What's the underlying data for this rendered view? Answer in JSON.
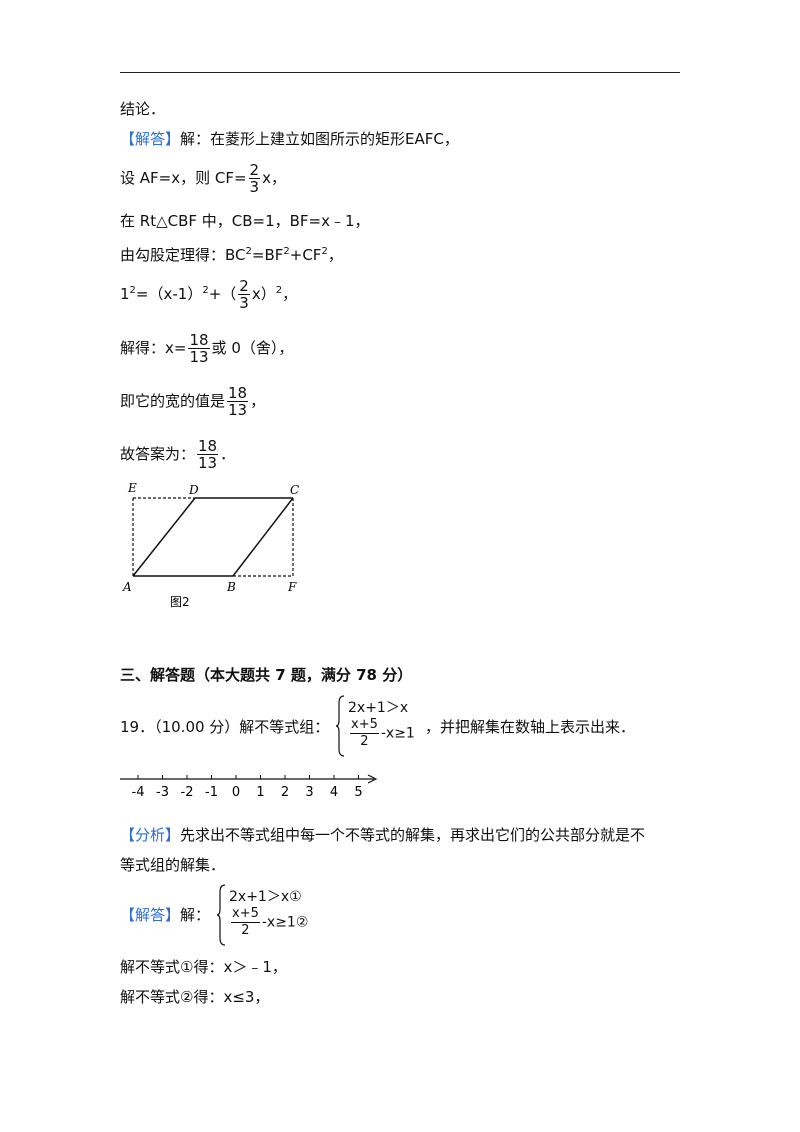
{
  "lines": {
    "l1": "结论．",
    "l2_tag": "【解答】",
    "l2_text": "解：在菱形上建立如图所示的矩形EAFC，",
    "l3_pre": "设 AF=x，则 CF=",
    "l3_num": "2",
    "l3_den": "3",
    "l3_post": "x，",
    "l4": "在 Rt△CBF 中，CB=1，BF=x﹣1，",
    "l5_pre": "由勾股定理得：BC",
    "l5_sup1": "2",
    "l5_mid1": "=BF",
    "l5_sup2": "2",
    "l5_mid2": "+CF",
    "l5_sup3": "2",
    "l5_post": "，",
    "l6_a": "1",
    "l6_sup_a": "2",
    "l6_b": "=（x-1）",
    "l6_sup_b": "2",
    "l6_c": "+（",
    "l6_num": "2",
    "l6_den": "3",
    "l6_d": "x）",
    "l6_sup_d": "2",
    "l6_e": "，",
    "l7_pre": "解得：x=",
    "l7_num": "18",
    "l7_den": "13",
    "l7_post": "或 0（舍），",
    "l8_pre": "即它的宽的值是",
    "l8_num": "18",
    "l8_den": "13",
    "l8_post": "，",
    "l9_pre": "故答案为：",
    "l9_num": "18",
    "l9_den": "13",
    "l9_post": "．"
  },
  "figure": {
    "E": "E",
    "D": "D",
    "C": "C",
    "A": "A",
    "B": "B",
    "F": "F",
    "caption": "图2"
  },
  "section_title": "三、解答题（本大题共 7 题，满分 78 分）",
  "q19": {
    "pre": "19．（10.00 分）解不等式组：",
    "post": "，并把解集在数轴上表示出来．",
    "sys_row1": "2x+1＞x",
    "sys_row2_num": "x+5",
    "sys_row2_den": "2",
    "sys_row2_post": "-x≥1"
  },
  "number_line": {
    "ticks": [
      "-4",
      "-3",
      "-2",
      "-1",
      "0",
      "1",
      "2",
      "3",
      "4",
      "5"
    ]
  },
  "analysis": {
    "tag": "【分析】",
    "text1": "先求出不等式组中每一个不等式的解集，再求出它们的公共部分就是不",
    "text2": "等式组的解集．"
  },
  "answer": {
    "tag": "【解答】",
    "text": "解：",
    "sys_row1": "2x+1＞x①",
    "sys_row2_num": "x+5",
    "sys_row2_den": "2",
    "sys_row2_post": "-x≥1②",
    "line1": "解不等式①得：x＞﹣1，",
    "line2": "解不等式②得：x≤3，"
  }
}
